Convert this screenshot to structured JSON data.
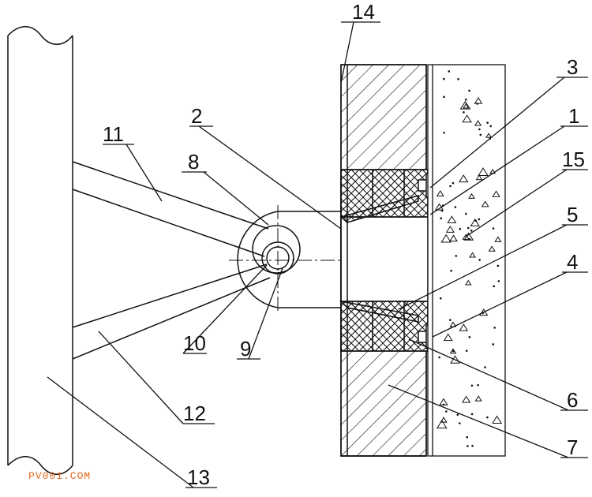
{
  "labels": [
    "1",
    "2",
    "3",
    "4",
    "5",
    "6",
    "7",
    "8",
    "9",
    "10",
    "11",
    "12",
    "13",
    "14",
    "15"
  ],
  "watermark": "PV001.COM",
  "colors": {
    "line": "#111111",
    "watermark": "#e06a1c",
    "background": "#ffffff"
  }
}
